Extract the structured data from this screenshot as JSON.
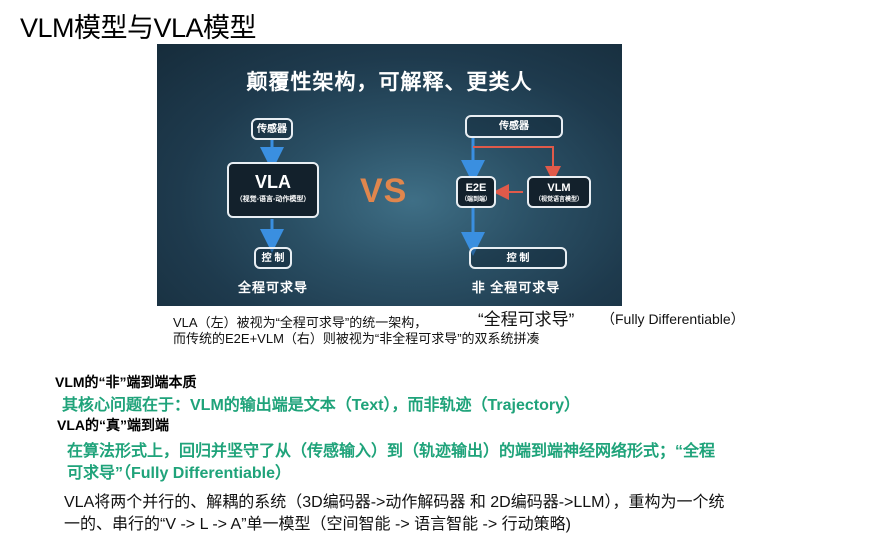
{
  "page": {
    "title": "VLM模型与VLA模型"
  },
  "figure": {
    "headline": "颠覆性架构，可解释、更类人",
    "left": {
      "sensor": "传感器",
      "main_title": "VLA",
      "main_sub": "（视觉-语言-动作模型）",
      "control": "控 制",
      "label": "全程可求导"
    },
    "vs": "VS",
    "right": {
      "sensor": "传感器",
      "e2e_title": "E2E",
      "e2e_sub": "（端到端）",
      "vlm_title": "VLM",
      "vlm_sub": "（视觉语言模型）",
      "control": "控 制",
      "label": "非 全程可求导"
    },
    "colors": {
      "arrow_blue": "#3a8fe0",
      "arrow_red": "#e05a4a",
      "vs_orange": "#e0864d"
    }
  },
  "caption": {
    "line1": "VLA（左）被视为“全程可求导”的统一架构，",
    "quote": "“全程可求导”",
    "english": "（Fully Differentiable）",
    "line2": "而传统的E2E+VLM（右）则被视为“非全程可求导”的双系统拼凑"
  },
  "sections": {
    "vlm_heading": "VLM的“非”端到端本质",
    "vlm_point": "其核心问题在于：VLM的输出端是文本（Text），而非轨迹（Trajectory）",
    "vla_heading": "VLA的“真”端到端",
    "vla_point_line1": "在算法形式上，回归并坚守了从（传感输入）到（轨迹输出）的端到端神经网络形式；“全程",
    "vla_point_line2": "可求导”（Fully Differentiable）",
    "body_line1": "VLA将两个并行的、解耦的系统（3D编码器->动作解码器 和 2D编码器->LLM），重构为一个统",
    "body_line2": "一的、串行的“V -> L -> A”单一模型（空间智能 -> 语言智能 -> 行动策略)"
  }
}
